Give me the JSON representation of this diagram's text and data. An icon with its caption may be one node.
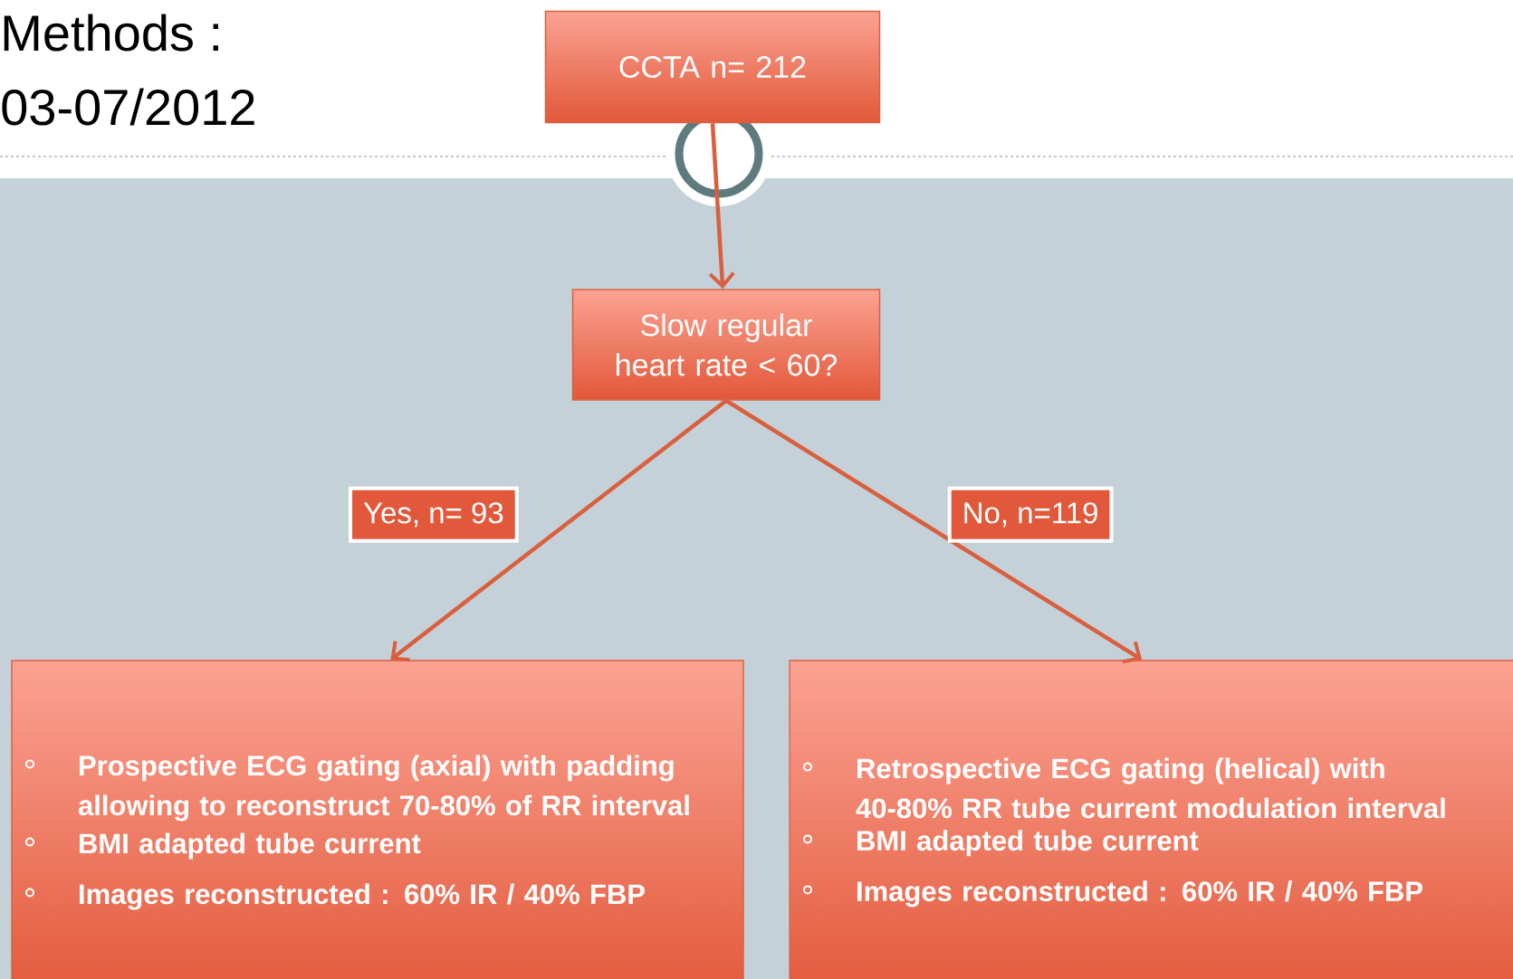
{
  "diagram": {
    "nodes": [
      {
        "text": [
          "CCTA n= 212"
        ]
      },
      {
        "text": [
          "Slow regular heart rate < 60?"
        ]
      },
      {
        "text": [
          "Prospective ECG gating (axial) with padding allowing to reconstruct 70-80% of RR interval",
          "BMI adapted tube current",
          "Images reconstructed : 60% IR / 40% FBP"
        ]
      },
      {
        "text": [
          "Retrospective ECG gating (helical) with 40-80% RR tube current modulation interval",
          "BMI adapted tube current",
          "Images reconstructed : 60% IR / 40% FBP"
        ]
      }
    ],
    "edges": [
      {
        "from": 0,
        "to": 1,
        "arrow": "to"
      },
      {
        "from": 1,
        "to": 2,
        "arrow": "to",
        "label": "Yes, n= 93"
      },
      {
        "from": 1,
        "to": 3,
        "arrow": "to",
        "label": "No, n=119"
      }
    ],
    "labels": [
      "Methods :",
      "03-07/2012"
    ]
  }
}
